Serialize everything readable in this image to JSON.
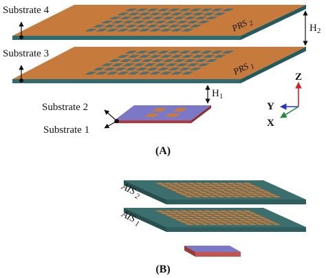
{
  "figure_a": {
    "caption": "(A)",
    "substrate_labels": [
      "Substrate 4",
      "Substrate 3",
      "Substrate 2",
      "Substrate 1"
    ],
    "prs_top": {
      "text": "PRS",
      "sub": "2"
    },
    "prs_bottom": {
      "text": "PRS",
      "sub": "1"
    },
    "gap_top": {
      "text": "H",
      "sub": "2"
    },
    "gap_bottom": {
      "text": "H",
      "sub": "1"
    },
    "axes": {
      "z": "Z",
      "y": "Y",
      "x": "X"
    }
  },
  "figure_b": {
    "caption": "(B)",
    "ais_top": {
      "text": "AIS",
      "sub": "2"
    },
    "ais_bottom": {
      "text": "AIS",
      "sub": "1"
    }
  },
  "colors": {
    "prs_board": "#C67A3C",
    "prs_patch": "#4E6E70",
    "board_edge": "#2F6B6E",
    "ais_board": "#3C6E6E",
    "ais_patch": "#C67A3C",
    "antenna_top": "#7C78C8",
    "antenna_patch": "#C67A3C",
    "antenna_edge": "#B23A3A",
    "axis_z": "#D42020",
    "axis_y": "#2236C0",
    "axis_x": "#1E8A3A"
  }
}
